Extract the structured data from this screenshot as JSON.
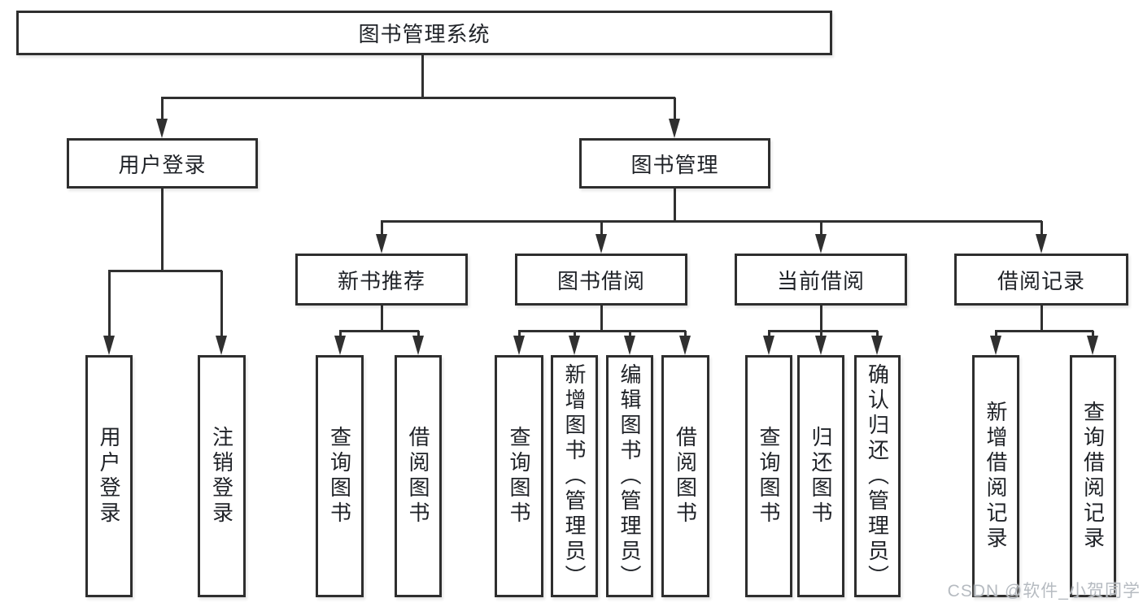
{
  "diagram": {
    "root": {
      "label": "图书管理系统"
    },
    "user_login": {
      "label": "用户登录",
      "children": [
        "用户登录",
        "注销登录"
      ]
    },
    "book_mgmt": {
      "label": "图书管理"
    },
    "new_book": {
      "label": "新书推荐",
      "children": [
        "查询图书",
        "借阅图书"
      ]
    },
    "book_borrow": {
      "label": "图书借阅",
      "children": [
        "查询图书",
        "新增图书（管理员）",
        "编辑图书（管理员）",
        "借阅图书"
      ]
    },
    "current_borrow": {
      "label": "当前借阅",
      "children": [
        "查询图书",
        "归还图书",
        "确认归还（管理员）"
      ]
    },
    "borrow_records": {
      "label": "借阅记录",
      "children": [
        "新增借阅记录",
        "查询借阅记录"
      ]
    }
  },
  "watermark": {
    "text": "CSDN @软件_小贺同学"
  },
  "colors": {
    "line": "#303030",
    "box_border": "#2e2e2e",
    "text": "#1f2227",
    "watermark": "#b6bbc1",
    "background": "#ffffff"
  }
}
